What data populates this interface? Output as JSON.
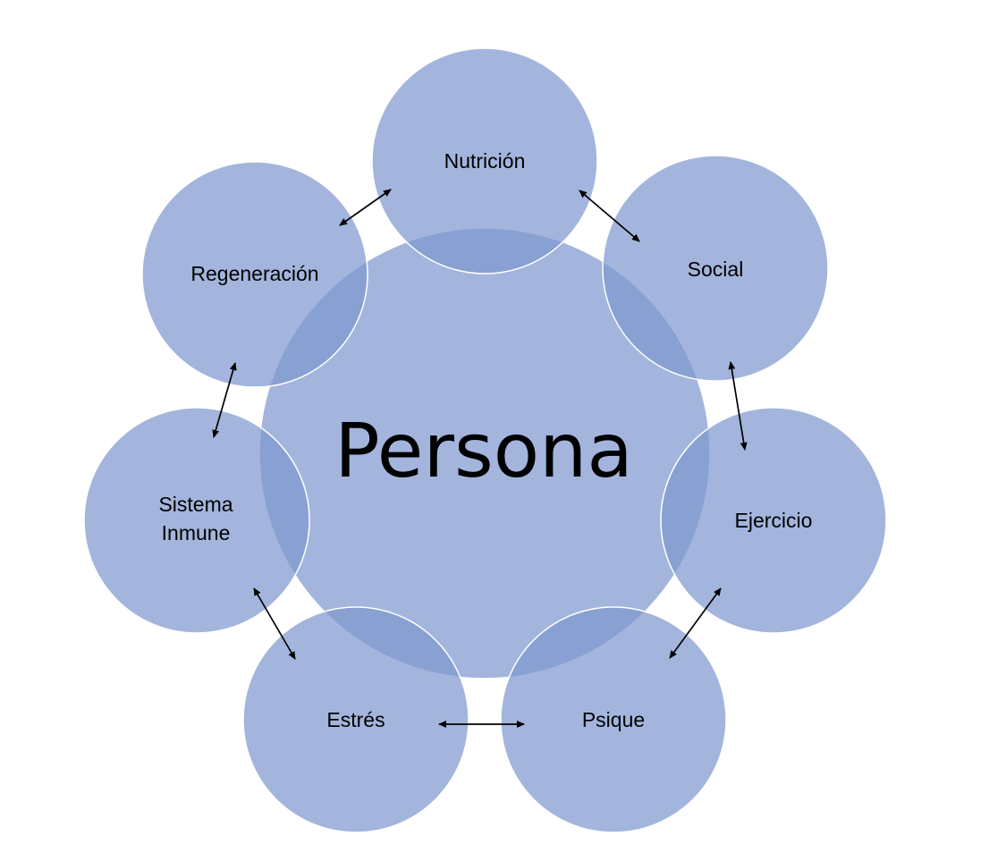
{
  "diagram": {
    "center": {
      "label": "Persona"
    },
    "nodes": [
      {
        "id": "nutricion",
        "label": "Nutrición"
      },
      {
        "id": "social",
        "label": "Social"
      },
      {
        "id": "ejercicio",
        "label": "Ejercicio"
      },
      {
        "id": "psique",
        "label": "Psique"
      },
      {
        "id": "estres",
        "label": "Estrés"
      },
      {
        "id": "sistema",
        "label_line1": "Sistema",
        "label_line2": "Inmune"
      },
      {
        "id": "regeneracion",
        "label": "Regeneración"
      }
    ],
    "links": [
      {
        "from": "Regeneración",
        "to": "Nutrición",
        "style": "double-arrow"
      },
      {
        "from": "Nutrición",
        "to": "Social",
        "style": "double-arrow"
      },
      {
        "from": "Social",
        "to": "Ejercicio",
        "style": "double-arrow"
      },
      {
        "from": "Ejercicio",
        "to": "Psique",
        "style": "double-arrow"
      },
      {
        "from": "Psique",
        "to": "Estrés",
        "style": "double-arrow"
      },
      {
        "from": "Estrés",
        "to": "Sistema Inmune",
        "style": "double-arrow"
      },
      {
        "from": "Sistema Inmune",
        "to": "Regeneración",
        "style": "double-arrow"
      }
    ],
    "colors": {
      "circle_fill": "#7f99cf",
      "circle_stroke": "#ffffff",
      "text": "#000000",
      "arrow": "#000000",
      "background": "#ffffff"
    }
  }
}
